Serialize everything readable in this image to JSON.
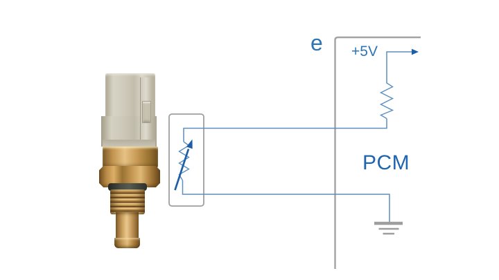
{
  "diagram": {
    "labels": {
      "terminal": "e",
      "supply_voltage": "+5V",
      "module": "PCM"
    },
    "colors": {
      "background": "#ffffff",
      "wire-blue": "#5b8fbe",
      "label-blue": "#2e75b6",
      "pcm-blue": "#1f64ad",
      "arrow-blue": "#1e5ea6",
      "outline-gray": "#a3a3a3",
      "ground-gray": "#9e9e9e",
      "housing-beige": "#cfcaba",
      "brass-light": "#e3bd7e",
      "brass-mid": "#b98a46",
      "brass-dark": "#7d5526",
      "oring-dark": "#3c413c"
    },
    "icons": {
      "thermistor": "thermistor-resistor-symbol",
      "pullup_resistor": "resistor-symbol",
      "ground": "chassis-ground-symbol",
      "supply_arrow": "right-arrow",
      "photo": "coolant-temperature-sensor-photo"
    }
  }
}
